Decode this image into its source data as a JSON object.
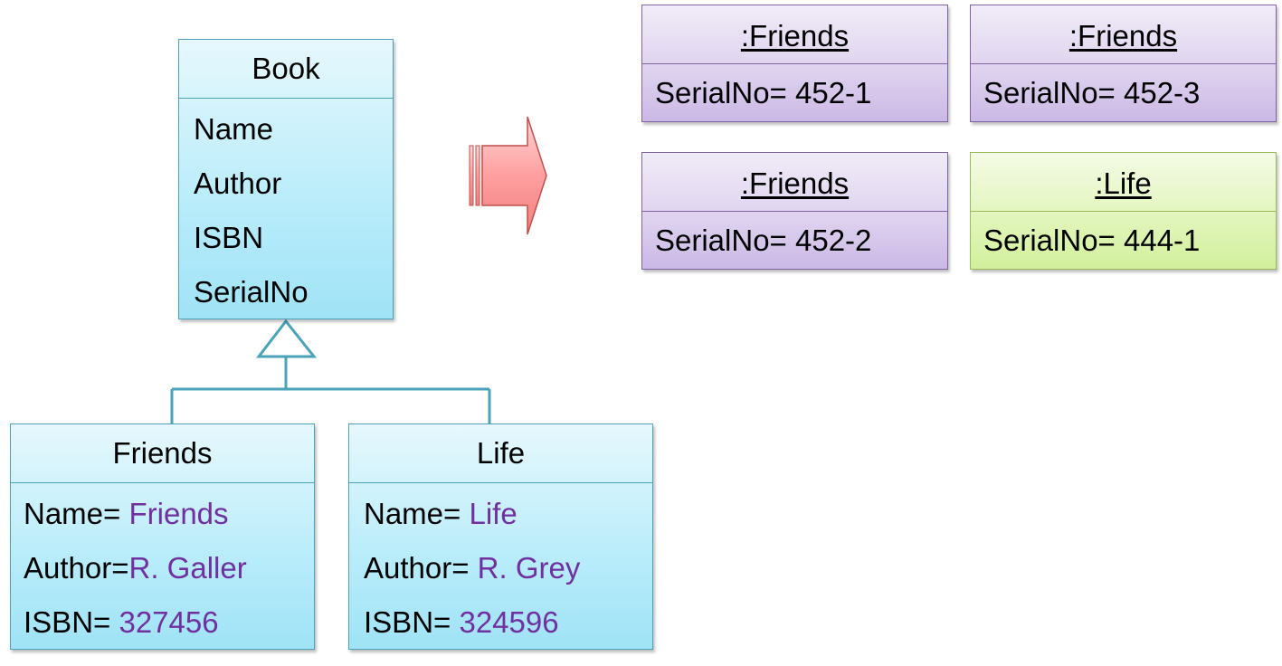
{
  "base_class": {
    "name": "Book",
    "attributes": [
      "Name",
      "Author",
      "ISBN",
      "SerialNo"
    ]
  },
  "subclasses": [
    {
      "name": "Friends",
      "attributes": [
        {
          "key": "Name=",
          "value": " Friends"
        },
        {
          "key": "Author=",
          "value": "R. Galler"
        },
        {
          "key": "ISBN=",
          "value": " 327456"
        }
      ]
    },
    {
      "name": "Life",
      "attributes": [
        {
          "key": "Name=",
          "value": " Life"
        },
        {
          "key": "Author=",
          "value": " R. Grey"
        },
        {
          "key": "ISBN=",
          "value": " 324596"
        }
      ]
    }
  ],
  "objects": [
    {
      "name": ":Friends",
      "attribute": "SerialNo= 452-1",
      "color": "purple"
    },
    {
      "name": ":Friends",
      "attribute": "SerialNo= 452-3",
      "color": "purple"
    },
    {
      "name": ":Friends",
      "attribute": "SerialNo= 452-2",
      "color": "purple"
    },
    {
      "name": ":Life",
      "attribute": "SerialNo= 444-1",
      "color": "green"
    }
  ],
  "arrow": {
    "icon": "right-arrow-icon",
    "fill": "#ff9999",
    "stroke": "#c0504d"
  },
  "colors": {
    "class_border": "#4aa3b8",
    "value_text": "#7030a0",
    "object_purple": "#cbb9e6",
    "object_green": "#d2f09c"
  }
}
